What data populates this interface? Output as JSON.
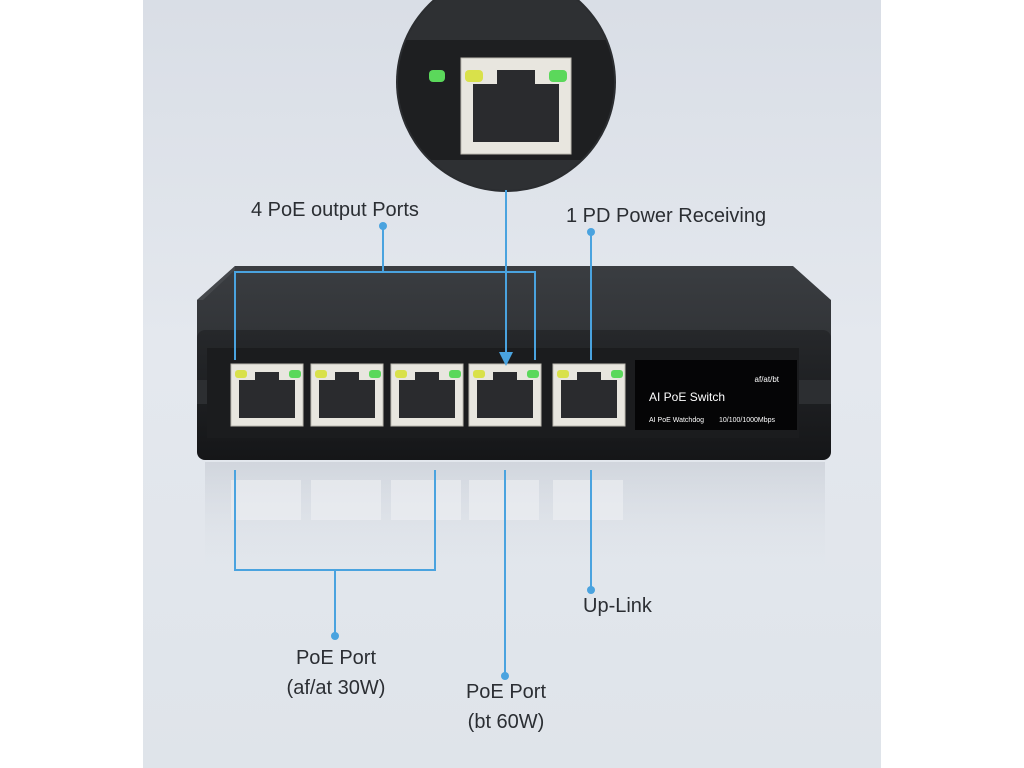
{
  "labels": {
    "poe_output_ports": "4 PoE output Ports",
    "pd_power_receiving": "1 PD Power Receiving",
    "uplink": "Up-Link",
    "poe_port_af_at_line1": "PoE Port",
    "poe_port_af_at_line2": "(af/at 30W)",
    "poe_port_bt_line1": "PoE Port",
    "poe_port_bt_line2": "(bt 60W)"
  },
  "device_panel": {
    "standards": "af/at/bt",
    "title": "AI PoE Switch",
    "watchdog": "AI PoE Watchdog",
    "speed": "10/100/1000Mbps"
  },
  "colors": {
    "callout_line": "#4aa3df",
    "device_body": "#1f2124",
    "led_yellow": "#d9e14a",
    "led_green": "#5bd85b"
  }
}
